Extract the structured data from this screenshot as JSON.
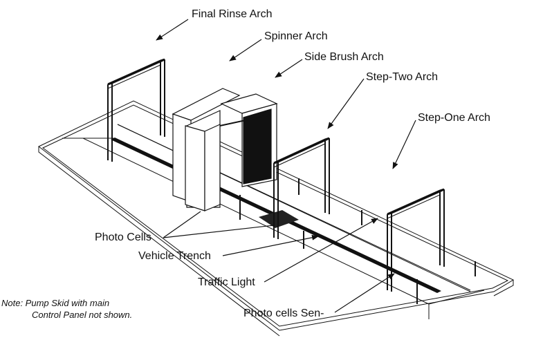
{
  "diagram": {
    "title": "Car wash tunnel equipment layout (isometric)",
    "labels": {
      "final_rinse_arch": "Final Rinse Arch",
      "spinner_arch": "Spinner Arch",
      "side_brush_arch": "Side Brush Arch",
      "step_two_arch": "Step-Two Arch",
      "step_one_arch": "Step-One Arch",
      "photo_cells": "Photo Cells",
      "vehicle_trench": "Vehicle Trench",
      "traffic_light": "Traffic Light",
      "photo_cells_sensor": "Photo cells Sen-"
    },
    "note": {
      "line1": "Note:  Pump Skid with main",
      "line2": "Control Panel not shown."
    },
    "colors": {
      "line": "#111111",
      "background": "#ffffff"
    }
  }
}
